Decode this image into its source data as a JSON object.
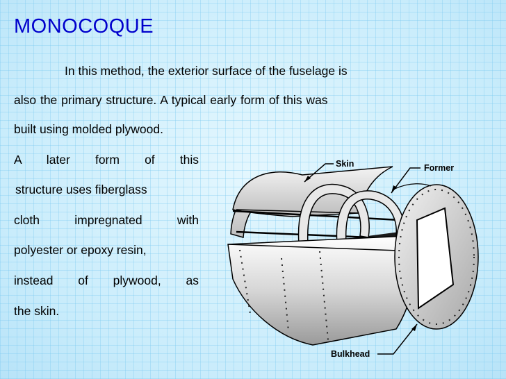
{
  "slide": {
    "title": "MONOCOQUE",
    "paragraph_lines": [
      "In this method, the exterior surface of the fuselage is",
      "also the primary structure. A typical early form  of  this  was",
      "built using molded plywood."
    ],
    "side_lines": [
      "A later form of this",
      "structure uses fiberglass",
      "cloth impregnated with",
      "polyester or epoxy resin,",
      "instead of plywood, as",
      "the skin."
    ]
  },
  "diagram": {
    "labels": {
      "skin": "Skin",
      "former": "Former",
      "bulkhead": "Bulkhead"
    }
  }
}
